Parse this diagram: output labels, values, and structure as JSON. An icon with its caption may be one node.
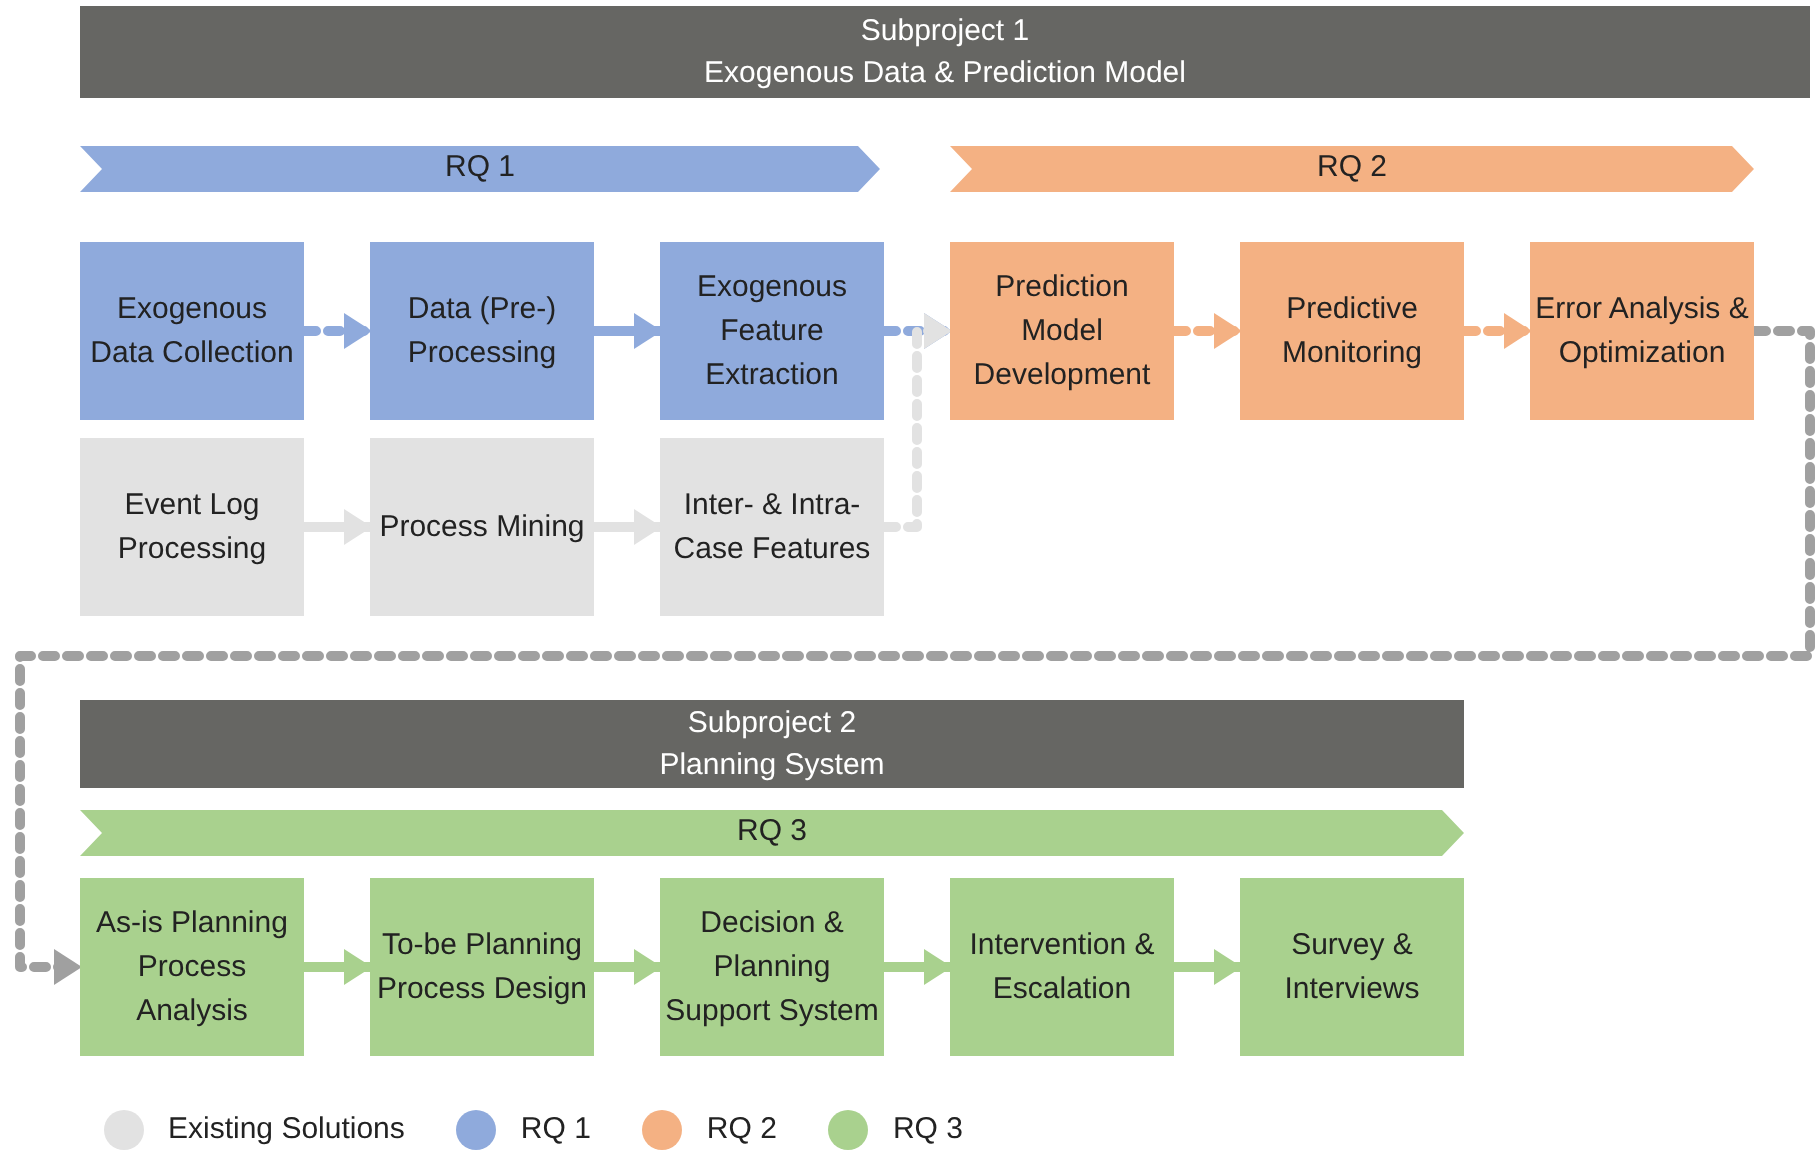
{
  "diagram": {
    "nodes": [
      {
        "text": [
          "Subproject 1",
          "Exogenous Data & Prediction Model"
        ]
      },
      {
        "text": [
          "RQ 1"
        ]
      },
      {
        "text": [
          "RQ 2"
        ]
      },
      {
        "text": [
          "Exogenous Data Collection"
        ]
      },
      {
        "text": [
          "Data (Pre-) Processing"
        ]
      },
      {
        "text": [
          "Exogenous Feature Extraction"
        ]
      },
      {
        "text": [
          "Prediction Model Development"
        ]
      },
      {
        "text": [
          "Predictive Monitoring"
        ]
      },
      {
        "text": [
          "Error Analysis & Optimization"
        ]
      },
      {
        "text": [
          "Event Log Processing"
        ]
      },
      {
        "text": [
          "Process Mining"
        ]
      },
      {
        "text": [
          "Inter- & Intra-Case Features"
        ]
      },
      {
        "text": [
          "Subproject 2",
          "Planning System"
        ]
      },
      {
        "text": [
          "RQ 3"
        ]
      },
      {
        "text": [
          "As-is Planning Process Analysis"
        ]
      },
      {
        "text": [
          "To-be Planning Process Design"
        ]
      },
      {
        "text": [
          "Decision & Planning Support System"
        ]
      },
      {
        "text": [
          "Intervention & Escalation"
        ]
      },
      {
        "text": [
          "Survey & Interviews"
        ]
      }
    ],
    "edges": [
      {
        "from": 3,
        "to": 4,
        "arrow": "to",
        "style": "dashed",
        "color": "#8faadc"
      },
      {
        "from": 4,
        "to": 5,
        "arrow": "to",
        "color": "#8faadc"
      },
      {
        "from": 5,
        "to": 6,
        "arrow": "to",
        "style": "dashed",
        "color": "#8faadc"
      },
      {
        "from": 11,
        "to": 6,
        "arrow": "to",
        "style": "dashed",
        "color": "#e2e2e2"
      },
      {
        "from": 6,
        "to": 7,
        "arrow": "to",
        "style": "dashed",
        "color": "#f4b183"
      },
      {
        "from": 7,
        "to": 8,
        "arrow": "to",
        "style": "dashed",
        "color": "#f4b183"
      },
      {
        "from": 8,
        "to": 14,
        "arrow": "to",
        "style": "dashed",
        "color": "#a0a0a0"
      },
      {
        "from": 9,
        "to": 10,
        "arrow": "to",
        "color": "#e2e2e2"
      },
      {
        "from": 10,
        "to": 11,
        "arrow": "to",
        "color": "#e2e2e2"
      },
      {
        "from": 14,
        "to": 15,
        "arrow": "to",
        "color": "#a9d18e"
      },
      {
        "from": 15,
        "to": 16,
        "arrow": "to",
        "color": "#a9d18e"
      },
      {
        "from": 16,
        "to": 17,
        "arrow": "to",
        "color": "#a9d18e"
      },
      {
        "from": 17,
        "to": 18,
        "arrow": "to",
        "color": "#a9d18e"
      }
    ],
    "legend": [
      {
        "text": "Existing Solutions",
        "color": "#e2e2e2"
      },
      {
        "text": "RQ 1",
        "color": "#8faadc"
      },
      {
        "text": "RQ 2",
        "color": "#f4b183"
      },
      {
        "text": "RQ 3",
        "color": "#a9d18e"
      }
    ]
  }
}
